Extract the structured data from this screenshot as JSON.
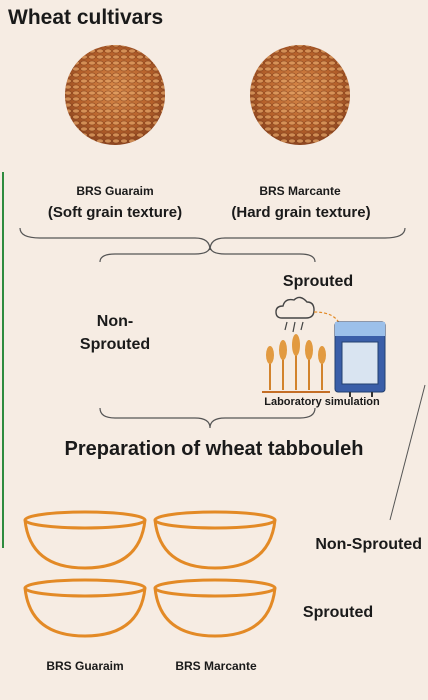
{
  "title": "Wheat cultivars",
  "cultivars": [
    {
      "name": "BRS Guaraim",
      "texture": "(Soft grain texture)"
    },
    {
      "name": "BRS Marcante",
      "texture": "(Hard grain texture)"
    }
  ],
  "branches": {
    "non_sprouted": "Non-\nSprouted",
    "sprouted": "Sprouted",
    "lab_simulation": "Laboratory simulation"
  },
  "preparation_title": "Preparation of wheat tabbouleh",
  "bowl_rows": [
    "Non-Sprouted",
    "Sprouted"
  ],
  "bowl_columns": [
    "BRS Guaraim",
    "BRS Marcante"
  ],
  "colors": {
    "background": "#f6ece3",
    "bowl_stroke": "#e38a26",
    "grain": "#c06a2e",
    "accent_line": "#2e8b3e"
  }
}
